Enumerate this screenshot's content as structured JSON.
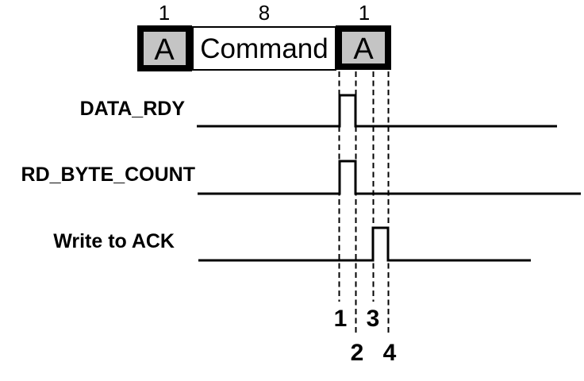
{
  "frame": {
    "fields": [
      {
        "bits": "1",
        "label": "A",
        "fill": "gray"
      },
      {
        "bits": "8",
        "label": "Command",
        "fill": "white"
      },
      {
        "bits": "1",
        "label": "A",
        "fill": "gray"
      }
    ]
  },
  "signals": [
    {
      "label": "DATA_RDY",
      "pulse": {
        "from_marker": "1",
        "to_marker": "2"
      }
    },
    {
      "label": "RD_BYTE_COUNT",
      "pulse": {
        "from_marker": "1",
        "to_marker": "2"
      }
    },
    {
      "label": "Write to ACK",
      "pulse": {
        "from_marker": "3",
        "to_marker": "4"
      }
    }
  ],
  "markers": [
    {
      "label": "1"
    },
    {
      "label": "2"
    },
    {
      "label": "3"
    },
    {
      "label": "4"
    }
  ],
  "colors": {
    "ink": "#000000",
    "box_fill": "#c4c4c4",
    "background": "#ffffff"
  }
}
